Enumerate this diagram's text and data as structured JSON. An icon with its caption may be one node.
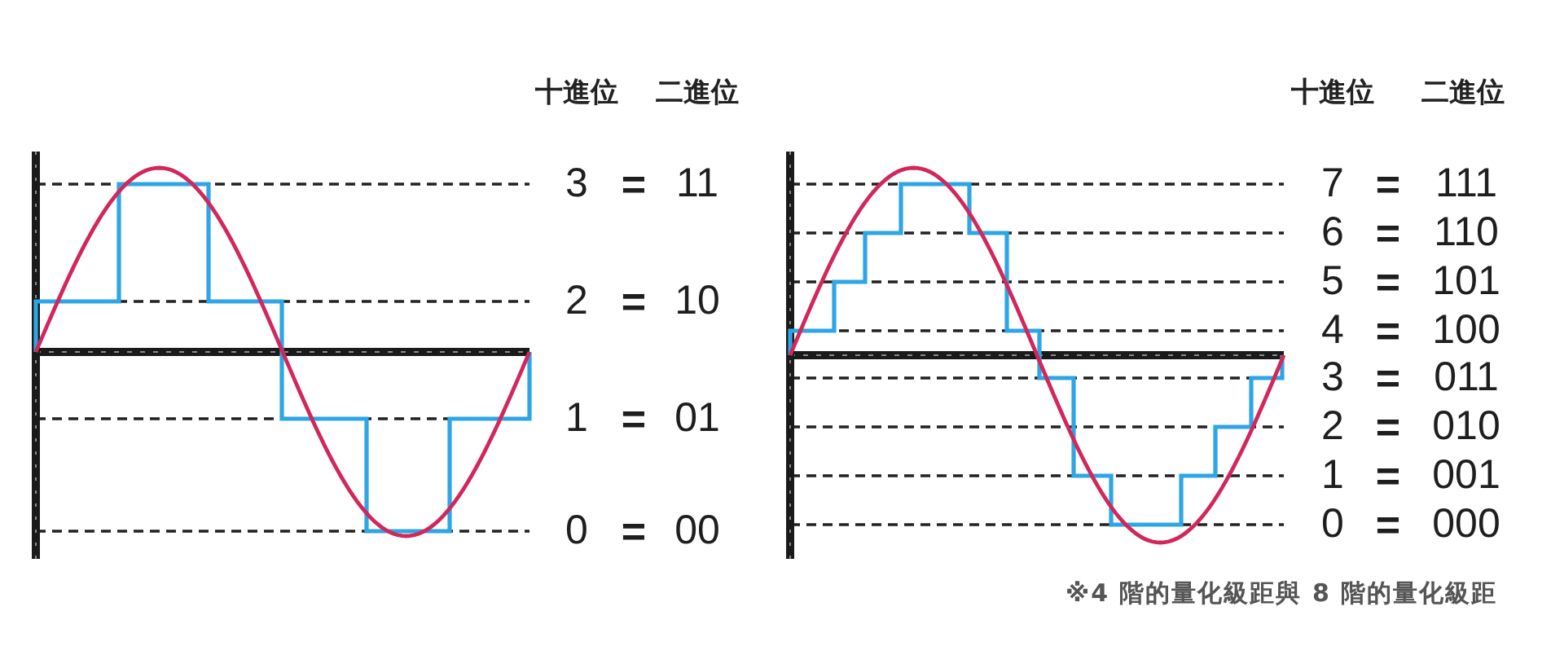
{
  "diagram": {
    "labels": [
      "十進位",
      "二進位",
      "3",
      "=",
      "11",
      "2",
      "=",
      "10",
      "1",
      "=",
      "01",
      "0",
      "=",
      "00",
      "十進位",
      "二進位",
      "7",
      "=",
      "111",
      "6",
      "=",
      "110",
      "5",
      "=",
      "101",
      "4",
      "=",
      "100",
      "3",
      "=",
      "011",
      "2",
      "=",
      "010",
      "1",
      "=",
      "001",
      "0",
      "=",
      "000"
    ],
    "caption": "※4 階的量化級距與 8 階的量化級距"
  }
}
